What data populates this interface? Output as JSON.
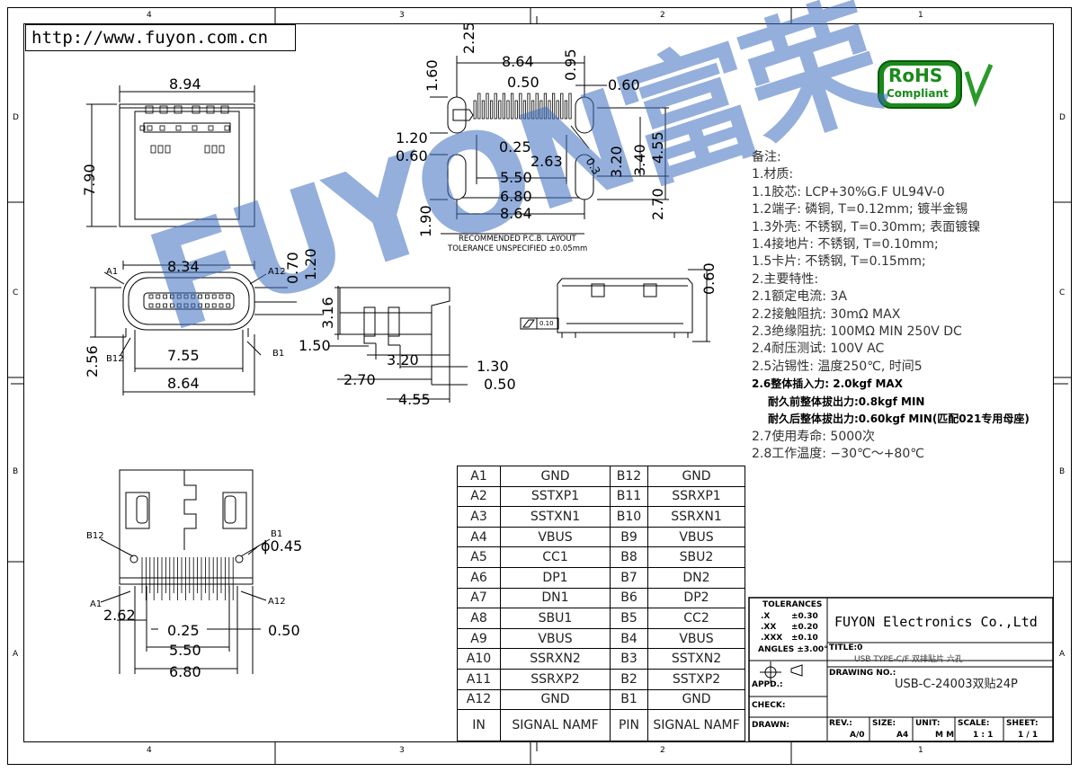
{
  "website": "http://www.fuyon.com.cn",
  "watermark": "FUYON富荣",
  "zones": {
    "top": [
      "4",
      "3",
      "2",
      "1"
    ],
    "side": [
      "D",
      "C",
      "B",
      "A"
    ]
  },
  "rohs": {
    "line1": "RoHS",
    "line2": "Compliant"
  },
  "pcb": {
    "title": "RECOMMENDED  P.C.B. LAYOUT",
    "tolerance": "TOLERANCE UNSPECIFIED ±0.05mm"
  },
  "dims": {
    "front_top_width": "8.94",
    "front_height": "7.90",
    "pcb_2_25": "2.25",
    "pcb_8_64a": "8.64",
    "pcb_0_95": "0.95",
    "pcb_1_60": "1.60",
    "pcb_0_50": "0.50",
    "pcb_0_60a": "0.60",
    "pcb_1_20": "1.20",
    "pcb_0_25": "0.25",
    "pcb_0_60b": "0.60",
    "pcb_2_63": "2.63",
    "pcb_3_20": "3.20",
    "pcb_3_40": "3.40",
    "pcb_4_55": "4.55",
    "pcb_5_50": "5.50",
    "pcb_6_80": "6.80",
    "pcb_8_64b": "8.64",
    "pcb_1_90": "1.90",
    "pcb_2_70": "2.70",
    "pcb_0_3": "0.3",
    "face_8_34": "8.34",
    "face_0_70": "0.70",
    "face_1_20": "1.20",
    "face_2_56": "2.56",
    "face_7_55": "7.55",
    "face_8_64": "8.64",
    "side_3_16": "3.16",
    "side_1_50": "1.50",
    "side_3_20": "3.20",
    "side_1_30": "1.30",
    "side_2_70": "2.70",
    "side_0_50": "0.50",
    "side_4_55": "4.55",
    "rear_0_60": "0.60",
    "rear_flat": "0.10",
    "bot_0_45": "ϕ0.45",
    "bot_2_62": "2.62",
    "bot_0_25": "0.25",
    "bot_0_50": "0.50",
    "bot_5_50": "5.50",
    "bot_6_80": "6.80"
  },
  "labels": {
    "a1": "A1",
    "a12": "A12",
    "b1": "B1",
    "b12": "B12"
  },
  "notes": [
    "备注:",
    "1.材质:",
    "1.1胶芯: LCP+30%G.F  UL94V-0",
    "1.2端子: 磷铜, T=0.12mm; 镀半金锡",
    "1.3外壳: 不锈钢, T=0.30mm; 表面镀镍",
    "1.4接地片: 不锈钢, T=0.10mm;",
    "1.5卡片: 不锈钢, T=0.15mm;",
    "2.主要特性:",
    "2.1额定电流: 3A",
    "2.2接触阻抗: 30mΩ  MAX",
    "2.3绝缘阻抗: 100MΩ  MIN  250V  DC",
    "2.4耐压测试: 100V  AC",
    "2.5沾锡性: 温度250℃, 时间5"
  ],
  "notes_bold": [
    "2.6整体插入力: 2.0kgf MAX",
    "耐久前整体拔出力:0.8kgf MIN",
    "耐久后整体拔出力:0.60kgf MIN(匹配021专用母座)"
  ],
  "notes_tail": [
    "2.7使用寿命: 5000次",
    "2.8工作温度: −30℃～+80℃"
  ],
  "pins": [
    [
      "A1",
      "GND",
      "B12",
      "GND"
    ],
    [
      "A2",
      "SSTXP1",
      "B11",
      "SSRXP1"
    ],
    [
      "A3",
      "SSTXN1",
      "B10",
      "SSRXN1"
    ],
    [
      "A4",
      "VBUS",
      "B9",
      "VBUS"
    ],
    [
      "A5",
      "CC1",
      "B8",
      "SBU2"
    ],
    [
      "A6",
      "DP1",
      "B7",
      "DN2"
    ],
    [
      "A7",
      "DN1",
      "B6",
      "DP2"
    ],
    [
      "A8",
      "SBU1",
      "B5",
      "CC2"
    ],
    [
      "A9",
      "VBUS",
      "B4",
      "VBUS"
    ],
    [
      "A10",
      "SSRXN2",
      "B3",
      "SSTXN2"
    ],
    [
      "A11",
      "SSRXP2",
      "B2",
      "SSTXP2"
    ],
    [
      "A12",
      "GND",
      "B1",
      "GND"
    ]
  ],
  "pin_header": [
    "IN",
    "SIGNAL NAMF",
    "PIN",
    "SIGNAL NAMF"
  ],
  "title_block": {
    "tolerances": "TOLERANCES",
    "tol_x": ".X",
    "tol_x_v": "±0.30",
    "tol_xx": ".XX",
    "tol_xx_v": "±0.20",
    "tol_xxx": ".XXX",
    "tol_xxx_v": "±0.10",
    "angles": "ANGLES ±3.00°",
    "company": "FUYON Electronics Co.,Ltd",
    "title_label": "TITLE:0",
    "title_value": "USB TYPE-C/F  双排贴片 六孔",
    "appd": "APPD.:",
    "check": "CHECK:",
    "drawn": "DRAWN:",
    "drawing_no_label": "DRAWING NO.:",
    "drawing_no": "USB-C-24003双贴24P",
    "rev_label": "REV.:",
    "rev": "A/0",
    "size_label": "SIZE:",
    "size": "A4",
    "unit_label": "UNIT:",
    "unit": "M M",
    "scale_label": "SCALE:",
    "scale": "1 : 1",
    "sheet_label": "SHEET:",
    "sheet": "1 / 1"
  }
}
